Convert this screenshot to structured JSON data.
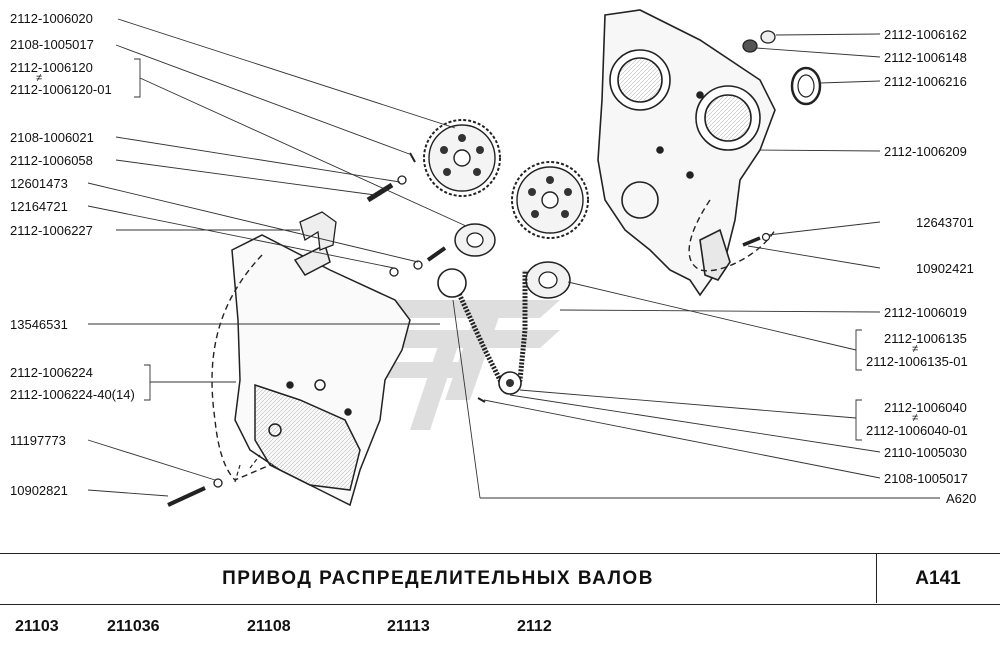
{
  "left_labels": [
    "2112-1006020",
    "2108-1005017",
    "2112-1006120",
    "2112-1006120-01",
    "2108-1006021",
    "2112-1006058",
    "12601473",
    "12164721",
    "2112-1006227",
    "13546531",
    "2112-1006224",
    "2112-1006224-40(14)",
    "11197773",
    "10902821"
  ],
  "right_labels": [
    "2112-1006162",
    "2112-1006148",
    "2112-1006216",
    "2112-1006209",
    "12643701",
    "10902421",
    "2112-1006019",
    "2112-1006135",
    "2112-1006135-01",
    "2112-1006040",
    "2112-1006040-01",
    "2110-1005030",
    "2108-1005017",
    "A620"
  ],
  "alt_symbol": "≠",
  "title": "ПРИВОД   РАСПРЕДЕЛИТЕЛЬНЫХ   ВАЛОВ",
  "diagram_code": "A141",
  "models": [
    "21103",
    "211036",
    "21108",
    "21113",
    "2112"
  ]
}
